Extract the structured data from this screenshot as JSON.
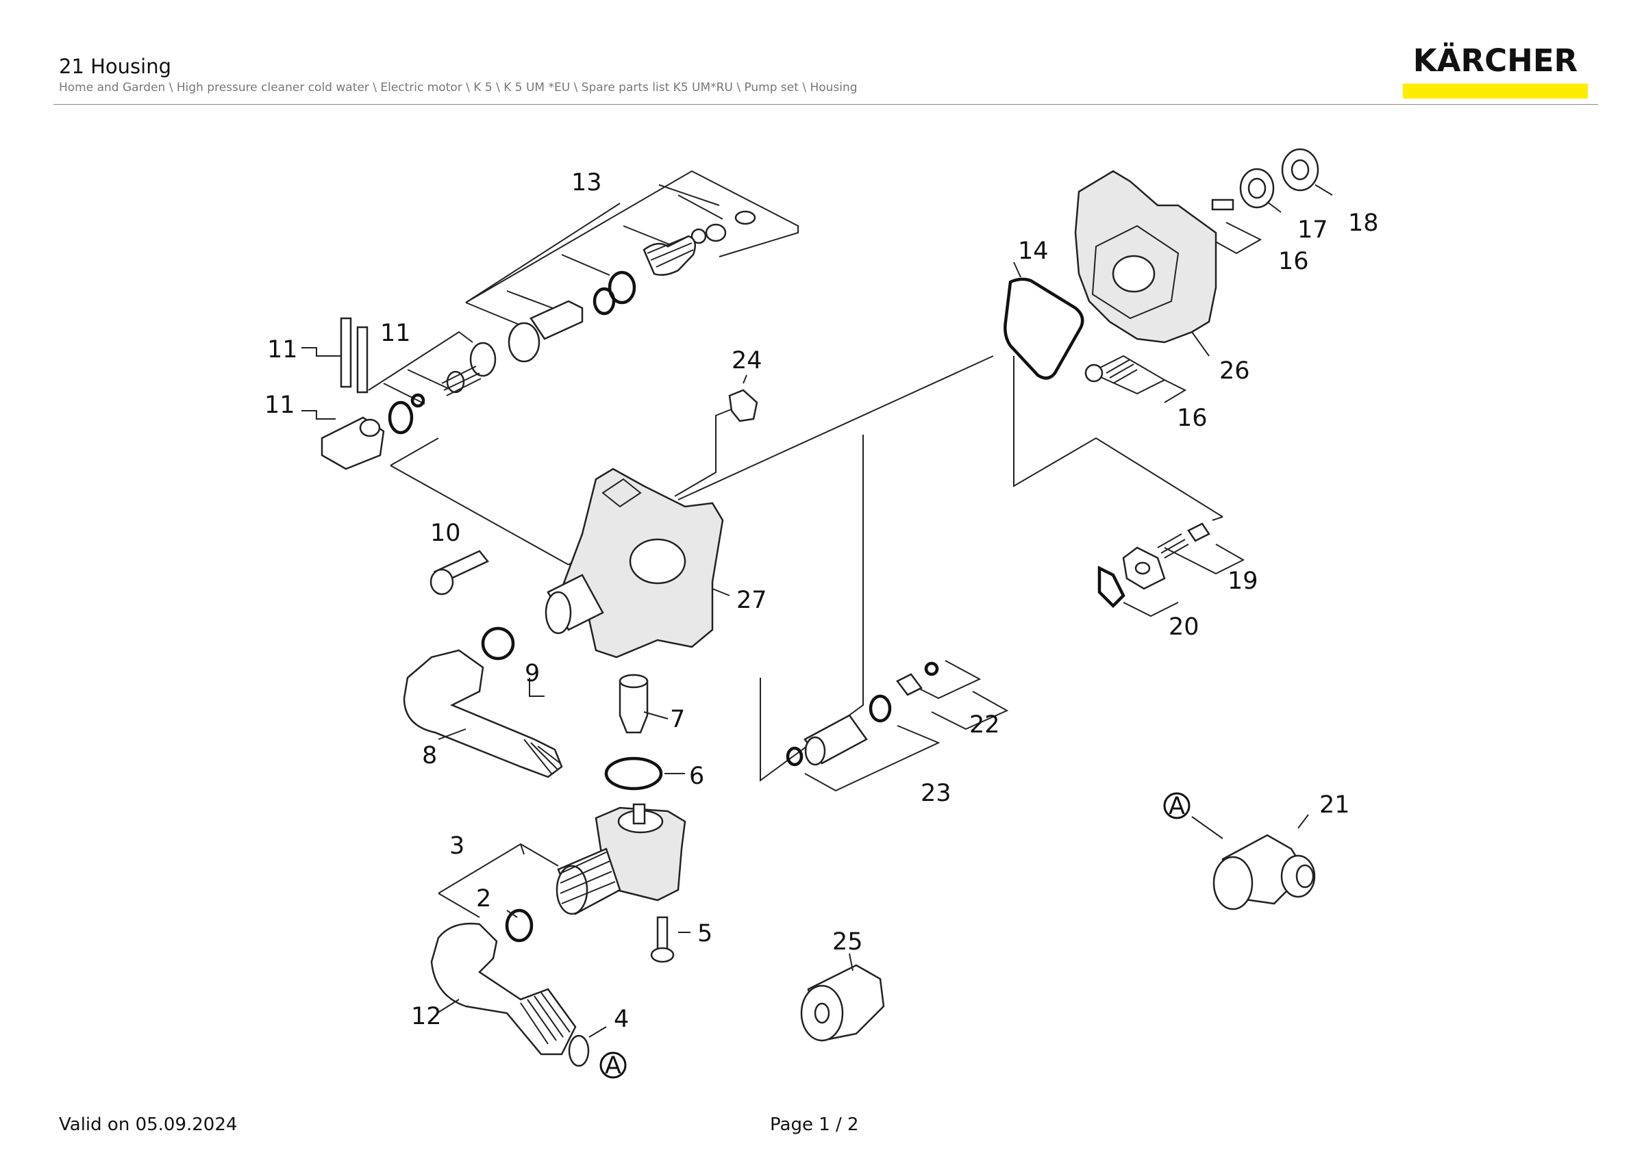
{
  "header": {
    "title": "21 Housing",
    "breadcrumb": "Home and Garden \\ High pressure cleaner cold water \\ Electric motor \\ K 5 \\ K 5 UM *EU \\ Spare parts list K5 UM*RU \\ Pump set \\ Housing",
    "logo_text": "KÄRCHER",
    "logo_accent_color": "#ffed00"
  },
  "diagram": {
    "labels": {
      "l13": "13",
      "l11a": "11",
      "l11b": "11",
      "l11c": "11",
      "l24": "24",
      "l14": "14",
      "l17": "17",
      "l18": "18",
      "l16a": "16",
      "l26": "26",
      "l16b": "16",
      "l10": "10",
      "l27": "27",
      "l19": "19",
      "l20": "20",
      "l9": "9",
      "l7": "7",
      "l22": "22",
      "l8": "8",
      "l6": "6",
      "l23": "23",
      "l21": "21",
      "l3": "3",
      "l2": "2",
      "l5": "5",
      "l25": "25",
      "l12": "12",
      "l4": "4",
      "refA1": "A",
      "refA2": "A"
    }
  },
  "footer": {
    "valid": "Valid on 05.09.2024",
    "page": "Page 1 / 2"
  }
}
